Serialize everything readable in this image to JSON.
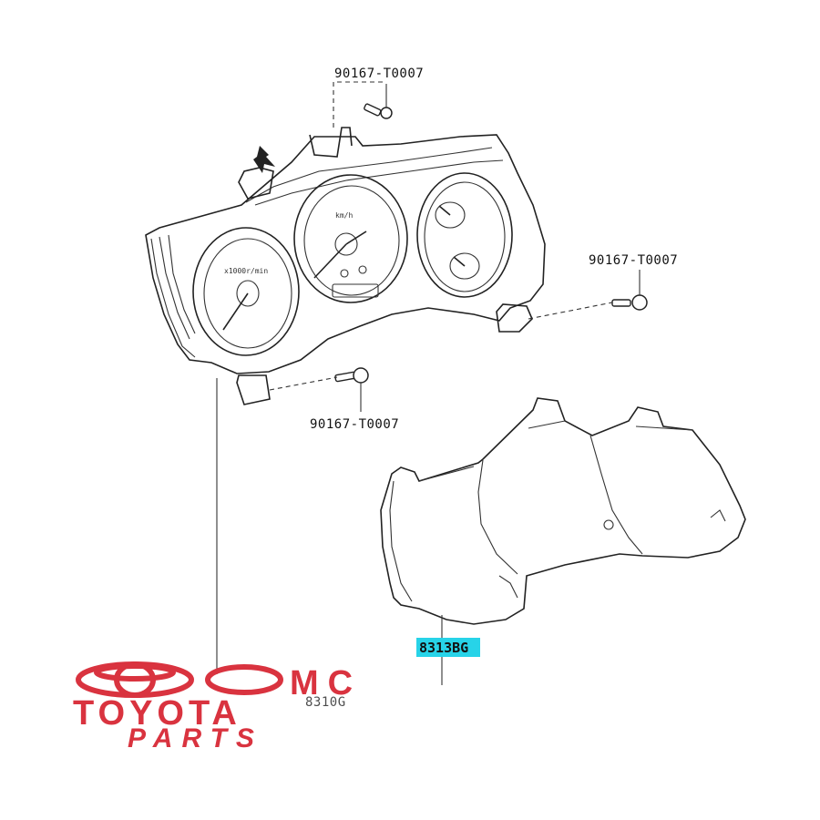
{
  "part_labels": {
    "screw_top": "90167-T0007",
    "screw_right": "90167-T0007",
    "screw_bottom": "90167-T0007",
    "glass_cover": "8313BG",
    "cluster_assy": "8310G"
  },
  "watermark": {
    "line1": "MC",
    "line2": "TOYOTA",
    "line3": "PARTS"
  },
  "colors": {
    "watermark_red": "#d9333f",
    "highlight_cyan": "#27d3e8"
  }
}
